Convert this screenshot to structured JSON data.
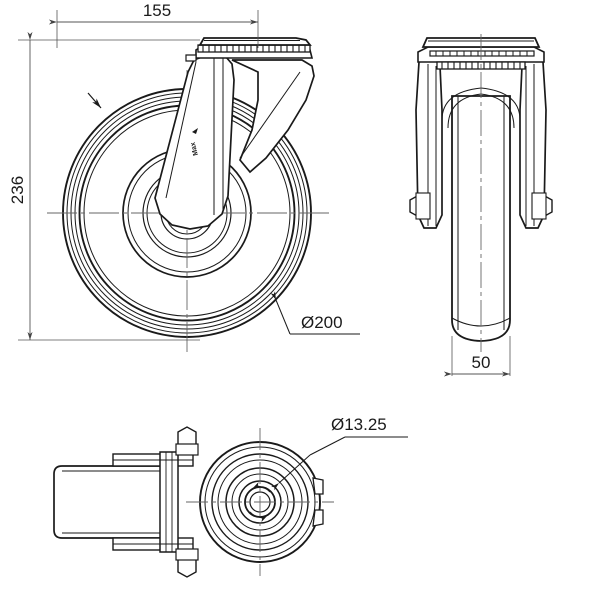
{
  "drawing": {
    "type": "engineering-orthographic-drawing",
    "subject": "swivel caster wheel with bolt-hole top plate",
    "background_color": "#ffffff",
    "line_color": "#1a1a1a",
    "dimension_line_color": "#555555",
    "centerline_color": "#666666",
    "units": "mm"
  },
  "views": {
    "side": {
      "name": "side-elevation-view"
    },
    "front": {
      "name": "front-elevation-view"
    },
    "top": {
      "name": "top-plan-view"
    }
  },
  "dimensions": {
    "overall_width": {
      "value": "155",
      "label": "155"
    },
    "overall_height": {
      "value": "236",
      "label": "236"
    },
    "wheel_diameter": {
      "value": "Ø200",
      "label": "Ø200"
    },
    "wheel_width": {
      "value": "50",
      "label": "50"
    },
    "bolt_hole_diameter": {
      "value": "Ø13.25",
      "label": "Ø13.25"
    }
  },
  "markings": {
    "fork_logo": "Max"
  }
}
